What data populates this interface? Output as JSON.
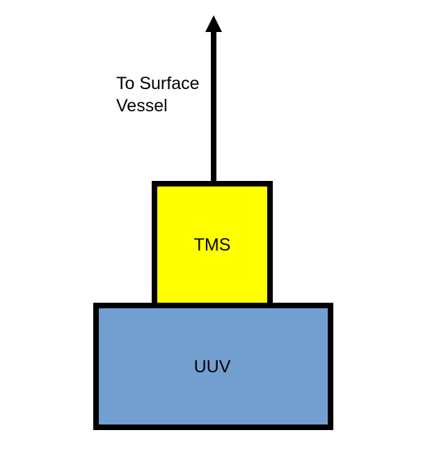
{
  "diagram": {
    "arrow_label_lines": [
      "To Surface",
      "Vessel"
    ],
    "tms": {
      "label": "TMS",
      "fill_color": "#ffff00"
    },
    "uuv": {
      "label": "UUV",
      "fill_color": "#729fcf"
    },
    "stroke_color": "#000000"
  }
}
